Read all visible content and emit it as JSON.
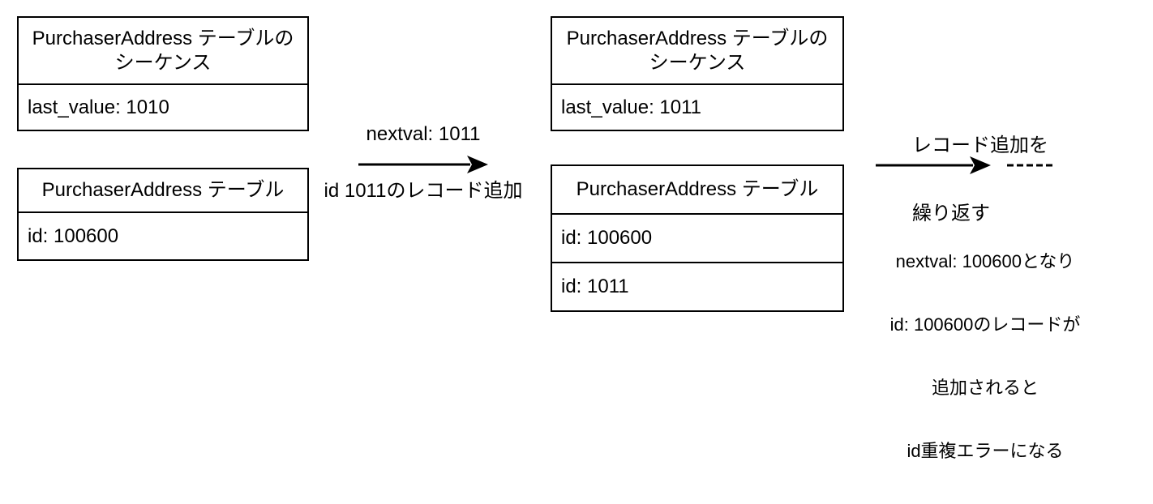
{
  "diagram": {
    "colors": {
      "background": "#ffffff",
      "stroke": "#000000",
      "text": "#000000"
    },
    "boxes": {
      "seq_before": {
        "title_line1": "PurchaserAddress テーブルの",
        "title_line2": "シーケンス",
        "rows": [
          "last_value: 1010"
        ]
      },
      "table_before": {
        "title": "PurchaserAddress テーブル",
        "rows": [
          "id: 100600"
        ]
      },
      "seq_after": {
        "title_line1": "PurchaserAddress テーブルの",
        "title_line2": "シーケンス",
        "rows": [
          "last_value: 1011"
        ]
      },
      "table_after": {
        "title": "PurchaserAddress テーブル",
        "rows": [
          "id: 100600",
          "id: 1011"
        ]
      }
    },
    "arrow_insert": {
      "label_above": "nextval: 1011",
      "label_below": "id 1011のレコード追加"
    },
    "arrow_repeat": {
      "label_line1": "レコード追加を",
      "label_line2": "繰り返す"
    },
    "note": {
      "line1": "nextval: 100600となり",
      "line2": "id: 100600のレコードが",
      "line3": "追加されると",
      "line4": "id重複エラーになる"
    }
  }
}
